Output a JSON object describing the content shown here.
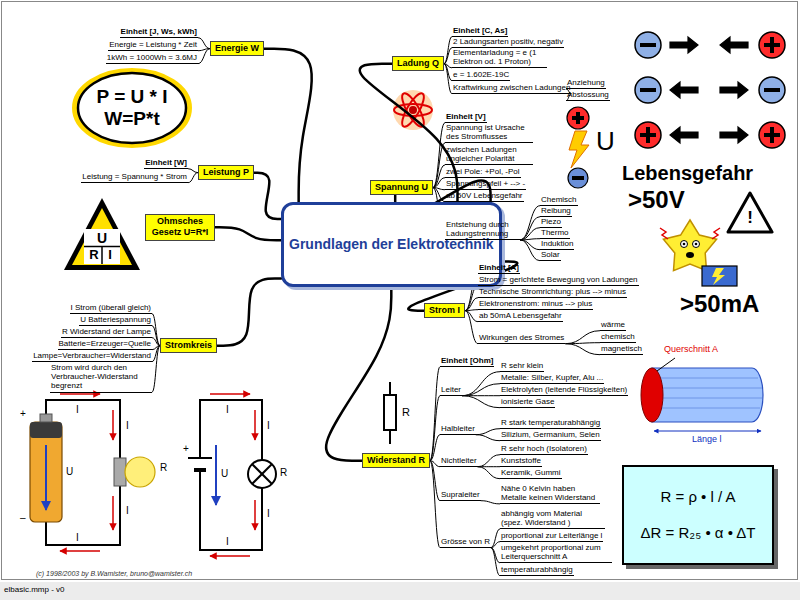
{
  "diagram": {
    "nodes": [
      {
        "text": [
          "Grundlagen der Elektrotechnik"
        ]
      },
      {
        "text": [
          "Energie W"
        ]
      },
      {
        "text": [
          "P = U * I",
          "W=P*t"
        ]
      },
      {
        "text": [
          "Leistung P"
        ]
      },
      {
        "text": [
          "U",
          "R",
          "I"
        ]
      },
      {
        "text": [
          "Ohmsches Gesetz U=R*I"
        ]
      },
      {
        "text": [
          "Stromkreis"
        ]
      },
      {
        "text": [
          "Ladung Q"
        ]
      },
      {
        "text": [
          "Spannung U"
        ]
      },
      {
        "text": [
          "Strom I"
        ]
      },
      {
        "text": [
          "Widerstand R"
        ]
      },
      {
        "text": [
          "R = ρ • l / A",
          "ΔR = R₂₅ • α • ΔT"
        ]
      }
    ],
    "edges": [
      {
        "from": 0,
        "to": 1,
        "arrow": "none"
      },
      {
        "from": 0,
        "to": 3,
        "arrow": "none"
      },
      {
        "from": 0,
        "to": 5,
        "arrow": "none"
      },
      {
        "from": 0,
        "to": 6,
        "arrow": "none"
      },
      {
        "from": 0,
        "to": 7,
        "arrow": "none"
      },
      {
        "from": 0,
        "to": 8,
        "arrow": "none"
      },
      {
        "from": 0,
        "to": 9,
        "arrow": "none"
      },
      {
        "from": 0,
        "to": 10,
        "arrow": "none"
      }
    ],
    "labels": [
      "Einheit [J, Ws, kWh]",
      "Energie = Leistung * Zeit",
      "1kWh = 1000Wh = 3.6MJ",
      "Einheit [W]",
      "Leistung = Spannung * Strom",
      "I Strom (überall gleich)",
      "U Batteriespannung",
      "R Widerstand der Lampe",
      "Batterie=Erzeuger=Quelle",
      "Lampe=Verbraucher=Widerstand",
      "Strom wird durch den Verbraucher-Widerstand begrenzt",
      "Einheit [C, As]",
      "2 Ladungsarten positiv, negativ",
      "Elementarladung = e (1 Elektron od. 1 Proton)",
      "e = 1.602E-19C",
      "Kraftwirkung zwischen Ladungen",
      "Anziehung",
      "Abstossung",
      "Einheit [V]",
      "Spannung ist Ursache des Stromflusses",
      "zwischen Ladungen ungleicher Polarität",
      "zwei Pole: +Pol, -Pol",
      "Spannungspfeil + --> -",
      "ab 50V Lebensgefahr",
      "Entstehung durch Ladungstrennung",
      "Chemisch",
      "Reibung",
      "Piezo",
      "Thermo",
      "Induktion",
      "Solar",
      "Einheit [A]",
      "Strom = gerichtete Bewegung von Ladungen",
      "Technische Stromrichtung: plus --> minus",
      "Elektronenstrom: minus --> plus",
      "ab 50mA Lebensgefahr",
      "Wirkungen des Stromes",
      "wärme",
      "chemisch",
      "magnetisch",
      "Einheit [Ohm]",
      "Leiter",
      "R sehr klein",
      "Metalle: Silber, Kupfer, Alu ...",
      "Elektrolyten (leitende Flüssigkeiten)",
      "ionisierte Gase",
      "Halbleiter",
      "R stark temperaturabhängig",
      "Silizium, Germanium, Selen",
      "Nichtleiter",
      "R sehr hoch (Isolatoren)",
      "Kunststoffe",
      "Keramik, Gummi",
      "Supraleiter",
      "Nähe 0 Kelvin haben Metalle keinen Widerstand",
      "Grösse von R",
      "abhängig vom Material (spez. Widerstand )",
      "proportional zur Leiterlänge l",
      "umgekehrt proportional zum Leiterquerschnitt A",
      "temperaturabhängig",
      "Lebensgefahr",
      ">50V",
      "!",
      ">50mA",
      "U",
      "Querschnitt A",
      "Länge l",
      "R",
      "+",
      "I",
      "I",
      "U",
      "I",
      "R",
      "–",
      "I",
      "I",
      "I",
      "+",
      "U",
      "R",
      "I",
      "I",
      "(c) 1998/2003 by B.Wamister, bruno@wamister.ch",
      "elbasic.mmp - v0"
    ]
  }
}
